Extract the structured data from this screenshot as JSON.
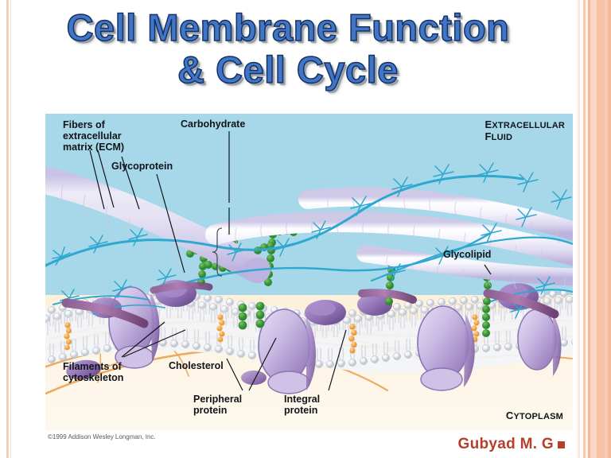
{
  "slide": {
    "title_line1": "Cell Membrane Function",
    "title_line2": "& Cell Cycle",
    "title_color": "#4076c8",
    "title_outline_color": "#17305f",
    "background": "#ffffff",
    "border_accent": "#f3b896"
  },
  "diagram": {
    "kind": "cell-membrane-fluid-mosaic-model",
    "extracellular_bg": "#a6d8ea",
    "cytoplasm_bg": "#fcf0da",
    "labels": {
      "ecm": "Fibers of\nextracellular\nmatrix (ECM)",
      "glycoprotein": "Glycoprotein",
      "carbohydrate": "Carbohydrate",
      "extracellular_fluid_big": "E",
      "extracellular_fluid_rest": "XTRACELLULAR",
      "extracellular_fluid_line2_big": "F",
      "extracellular_fluid_line2_rest": "LUID",
      "glycolipid": "Glycolipid",
      "filaments": "Filaments of\ncytoskeleton",
      "cholesterol": "Cholesterol",
      "peripheral_protein": "Peripheral\nprotein",
      "integral_protein": "Integral\nprotein",
      "cytoplasm_big": "C",
      "cytoplasm_rest": "YTOPLASM"
    },
    "colors": {
      "fiber_teal": "#2ea8cf",
      "collagen_tube": "#e8e6f5",
      "carbohydrate_green": "#3f9b3c",
      "protein_purple": "#8f74b5",
      "protein_light": "#cfc3e4",
      "protein_dark": "#6d4f8e",
      "cholesterol_orange": "#f0a94b",
      "phospholipid_head": "#e9eaee",
      "cytoskeleton_orange": "#eca85c"
    },
    "copyright": "©1999 Addison Wesley Longman, Inc."
  },
  "signature": {
    "name": "Gubyad M. G",
    "color": "#b4402c"
  }
}
